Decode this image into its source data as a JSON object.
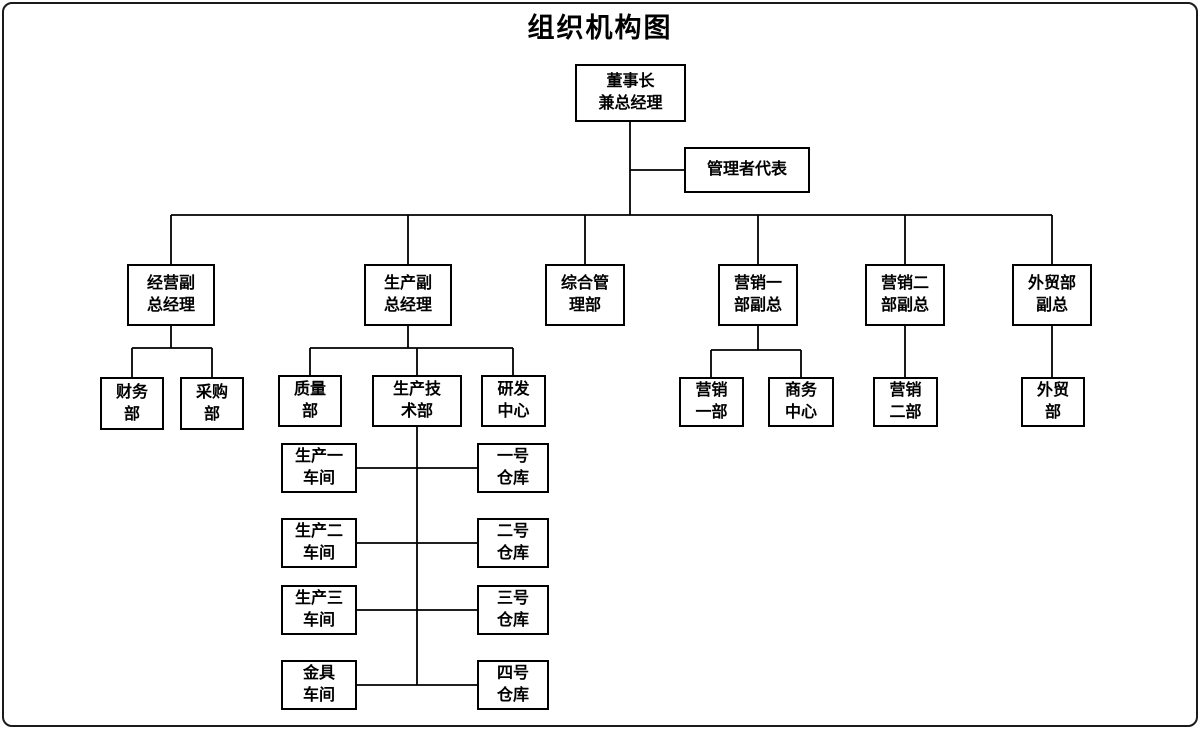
{
  "title": "组织机构图",
  "nodes": {
    "chairman": "董事长\n兼总经理",
    "mgmt_rep": "管理者代表",
    "biz_vp": "经营副\n总经理",
    "prod_vp": "生产副\n总经理",
    "admin_dept": "综合管\n理部",
    "sales1_vp": "营销一\n部副总",
    "sales2_vp": "营销二\n部副总",
    "trade_vp": "外贸部\n副总",
    "finance": "财务\n部",
    "purchasing": "采购\n部",
    "quality": "质量\n部",
    "prod_tech": "生产技\n术部",
    "rnd": "研发\n中心",
    "workshop1": "生产一\n车间",
    "workshop2": "生产二\n车间",
    "workshop3": "生产三\n车间",
    "hardware_workshop": "金具\n车间",
    "warehouse1": "一号\n仓库",
    "warehouse2": "二号\n仓库",
    "warehouse3": "三号\n仓库",
    "warehouse4": "四号\n仓库",
    "sales1_dept": "营销\n一部",
    "business_center": "商务\n中心",
    "sales2_dept": "营销\n二部",
    "trade_dept": "外贸\n部"
  }
}
